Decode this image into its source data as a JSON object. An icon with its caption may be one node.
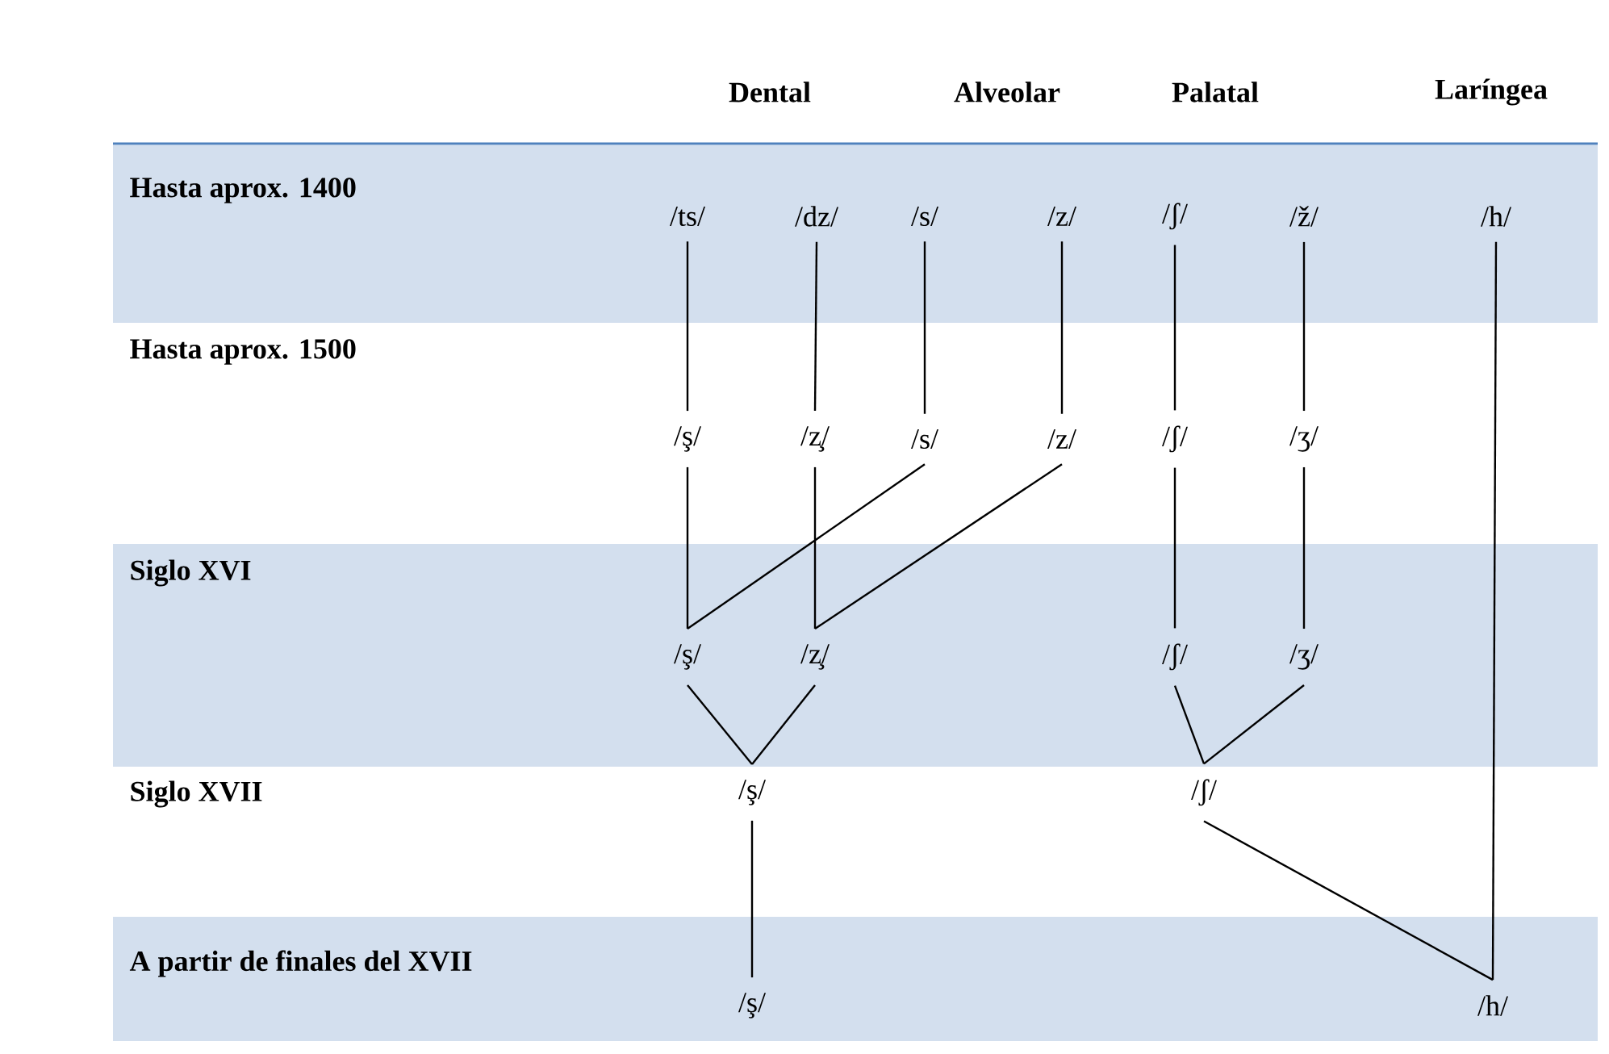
{
  "diagram": {
    "nodes": [
      {
        "text": [
          "/ts/"
        ]
      },
      {
        "text": [
          "/dz/"
        ]
      },
      {
        "text": [
          "/s/"
        ]
      },
      {
        "text": [
          "/z/"
        ]
      },
      {
        "text": [
          "/ʃ/"
        ]
      },
      {
        "text": [
          "/ž/"
        ]
      },
      {
        "text": [
          "/h/"
        ]
      },
      {
        "text": [
          "/ş/"
        ]
      },
      {
        "text": [
          "/z̧/"
        ]
      },
      {
        "text": [
          "/s/"
        ]
      },
      {
        "text": [
          "/z/"
        ]
      },
      {
        "text": [
          "/ʃ/"
        ]
      },
      {
        "text": [
          "/ʒ/"
        ]
      },
      {
        "text": [
          "/ş/"
        ]
      },
      {
        "text": [
          "/z̧/"
        ]
      },
      {
        "text": [
          "/ʃ/"
        ]
      },
      {
        "text": [
          "/ʒ/"
        ]
      },
      {
        "text": [
          "/ş/"
        ]
      },
      {
        "text": [
          "/ʃ/"
        ]
      },
      {
        "text": [
          "/ş/"
        ]
      },
      {
        "text": [
          "/h/"
        ]
      }
    ],
    "edges": [
      {
        "from": 0,
        "to": 7,
        "arrow": "none"
      },
      {
        "from": 1,
        "to": 8,
        "arrow": "none"
      },
      {
        "from": 2,
        "to": 9,
        "arrow": "none"
      },
      {
        "from": 3,
        "to": 10,
        "arrow": "none"
      },
      {
        "from": 4,
        "to": 11,
        "arrow": "none"
      },
      {
        "from": 5,
        "to": 12,
        "arrow": "none"
      },
      {
        "from": 6,
        "to": 20,
        "arrow": "none"
      },
      {
        "from": 7,
        "to": 13,
        "arrow": "none"
      },
      {
        "from": 9,
        "to": 13,
        "arrow": "none"
      },
      {
        "from": 8,
        "to": 14,
        "arrow": "none"
      },
      {
        "from": 10,
        "to": 14,
        "arrow": "none"
      },
      {
        "from": 11,
        "to": 15,
        "arrow": "none"
      },
      {
        "from": 12,
        "to": 16,
        "arrow": "none"
      },
      {
        "from": 13,
        "to": 17,
        "arrow": "none"
      },
      {
        "from": 14,
        "to": 17,
        "arrow": "none"
      },
      {
        "from": 15,
        "to": 18,
        "arrow": "none"
      },
      {
        "from": 16,
        "to": 18,
        "arrow": "none"
      },
      {
        "from": 17,
        "to": 19,
        "arrow": "none"
      },
      {
        "from": 18,
        "to": 20,
        "arrow": "none"
      }
    ],
    "labels": [
      "Dental",
      "Alveolar",
      "Palatal",
      "Laríngea",
      "Hasta aprox. 1400",
      "Hasta aprox. 1500",
      "Siglo XVI",
      "Siglo XVII",
      "A partir de finales del XVII"
    ]
  }
}
